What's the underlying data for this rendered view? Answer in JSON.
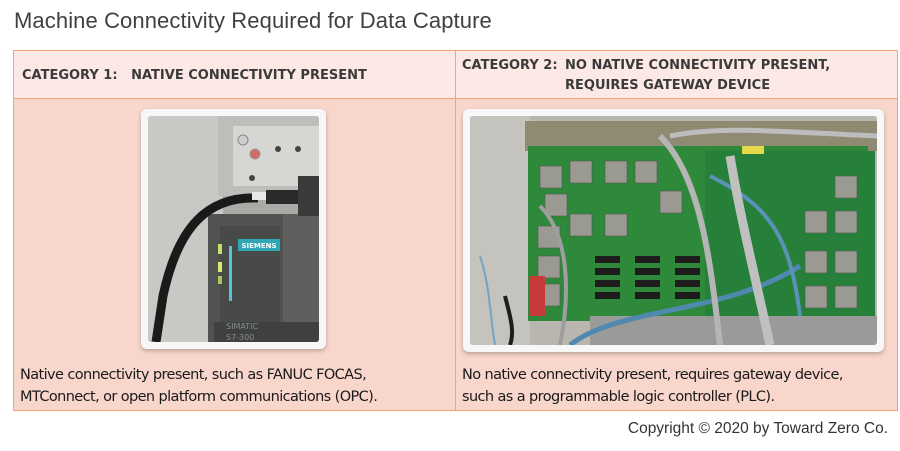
{
  "title": "Machine Connectivity Required for Data Capture",
  "table": {
    "columns": [
      {
        "category": "CATEGORY 1:",
        "heading_lines": [
          "NATIVE CONNECTIVITY PRESENT"
        ],
        "image": {
          "alt": "Siemens SIMATIC S7-300 PLC with network cable attached",
          "brand_label": "SIEMENS",
          "model_label_1": "SIMATIC",
          "model_label_2": "S7-300"
        },
        "description_lines": [
          "Native connectivity present, such as FANUC FOCAS,",
          "MTConnect, or open platform communications (OPC)."
        ]
      },
      {
        "category": "CATEGORY 2:",
        "heading_lines": [
          "NO NATIVE CONNECTIVITY PRESENT,",
          "REQUIRES GATEWAY DEVICE"
        ],
        "image": {
          "alt": "Control cabinet with green relay circuit boards and bundled wiring"
        },
        "description_lines": [
          "No native connectivity present, requires gateway device,",
          "such as a programmable logic controller (PLC)."
        ]
      }
    ]
  },
  "footer": {
    "copyright": "Copyright © 2020 by Toward Zero Co."
  },
  "colors": {
    "border": "#f2a473",
    "header_fill": "#fce9e5",
    "body_fill": "#f8d6cc",
    "title_text": "#404040"
  }
}
